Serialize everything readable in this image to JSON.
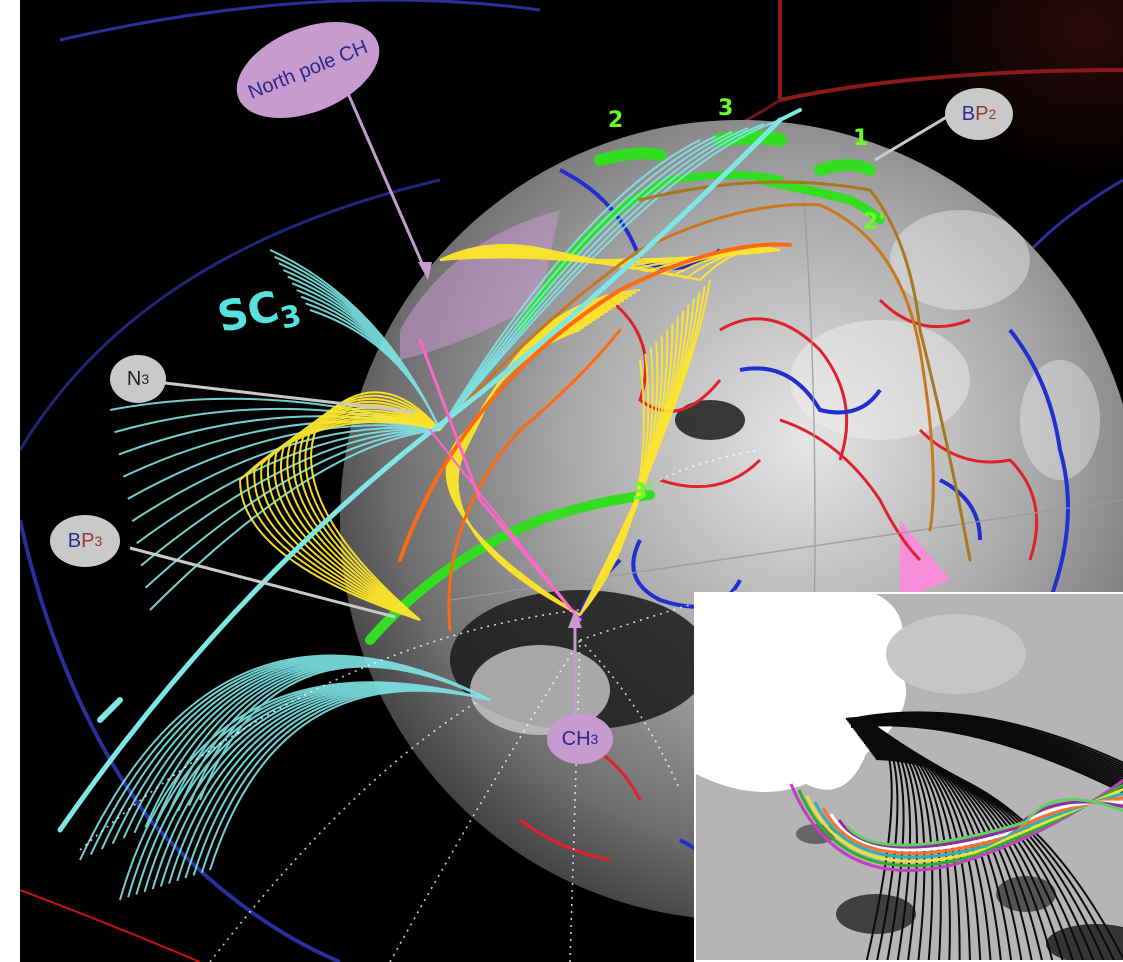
{
  "figure": {
    "labels": {
      "north_pole_ch": "North pole CH",
      "sc3_main": "SC",
      "sc3_sub": "3",
      "n3_main": "N",
      "n3_sub": "3",
      "bp3_b": "B",
      "bp3_p": "P",
      "bp3_sub": "3",
      "bp2_b": "B",
      "bp2_p": "P",
      "bp2_sub": "2",
      "ch3_main": "CH",
      "ch3_sub": "3"
    },
    "markers": {
      "m1": "1",
      "m2": "2",
      "m3": "3",
      "m2p": "2'",
      "m3p": "3'"
    }
  },
  "colors": {
    "background": "#000000",
    "field_yellow": "#ffe629",
    "field_cyan": "#7fe6e6",
    "separator_pink": "#ff66cc",
    "flux_rope_green": "#33dd22",
    "polarity_red": "#e0202a",
    "polarity_blue": "#2030d0",
    "label_purple": "#c79ad0",
    "label_grey": "#c9c9c9"
  }
}
